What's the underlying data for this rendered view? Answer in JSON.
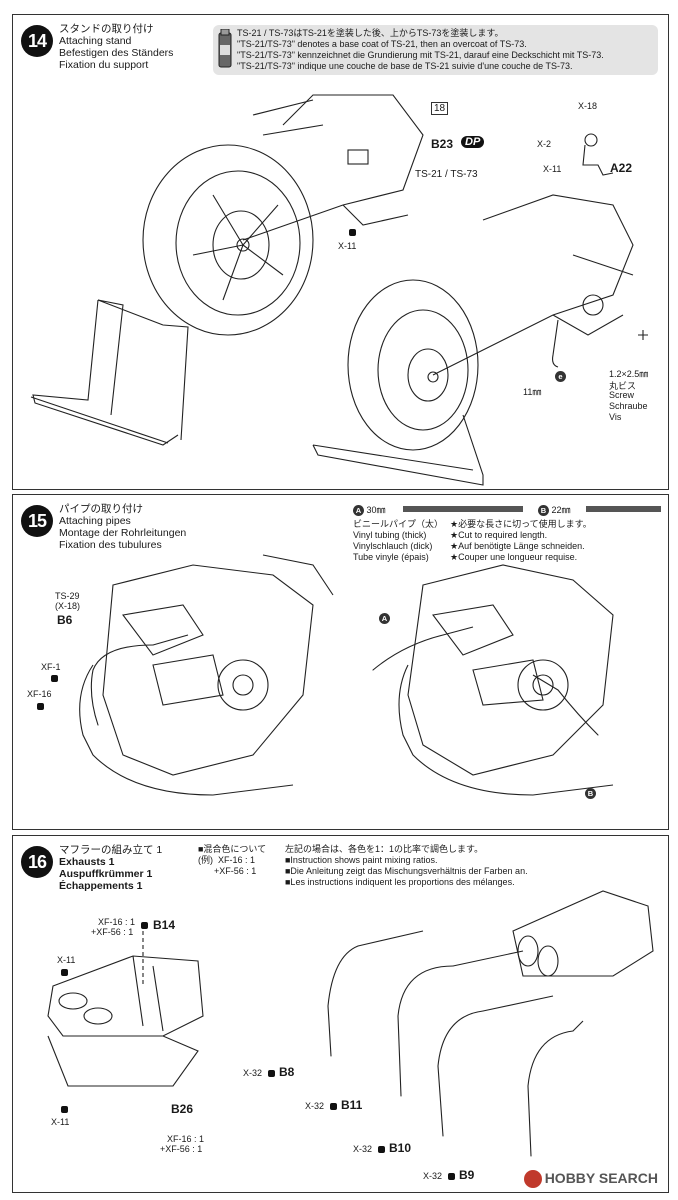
{
  "step14": {
    "number": "14",
    "title_jp": "スタンドの取り付け",
    "title_en": "Attaching stand",
    "title_de": "Befestigen des Ständers",
    "title_fr": "Fixation du support",
    "paint_note": {
      "line1": "TS-21 / TS-73はTS-21を塗装した後、上からTS-73を塗装します。",
      "line2": "\"TS-21/TS-73\" denotes a base coat of TS-21, then an overcoat of TS-73.",
      "line3": "\"TS-21/TS-73\" kennzeichnet die Grundierung mit TS-21, darauf eine Deckschicht mit TS-73.",
      "line4": "\"TS-21/TS-73\" indique une couche de base de TS-21 suivie d'une couche de TS-73."
    },
    "labels": {
      "part18": "18",
      "b23": "B23",
      "dp": "DP",
      "ts_paint": "TS-21 / TS-73",
      "x11_left": "X-11",
      "x18": "X-18",
      "x2": "X-2",
      "x11_right": "X-11",
      "a22": "A22",
      "e_marker": "e",
      "tube_len": "11㎜",
      "screw_size": "1.2×2.5㎜",
      "screw_jp": "丸ビス",
      "screw_en": "Screw",
      "screw_de": "Schraube",
      "screw_fr": "Vis"
    }
  },
  "step15": {
    "number": "15",
    "title_jp": "パイプの取り付け",
    "title_en": "Attaching pipes",
    "title_de": "Montage der Rohrleitungen",
    "title_fr": "Fixation des tubulures",
    "tube_a": {
      "marker": "A",
      "length": "30㎜"
    },
    "tube_b": {
      "marker": "B",
      "length": "22㎜"
    },
    "vinyl_jp": "ビニールパイプ（太）",
    "vinyl_en": "Vinyl tubing (thick)",
    "vinyl_de": "Vinylschlauch (dick)",
    "vinyl_fr": "Tube vinyle (épais)",
    "cut_jp": "★必要な長さに切って使用します。",
    "cut_en": "★Cut to required length.",
    "cut_de": "★Auf benötigte Länge schneiden.",
    "cut_fr": "★Couper une longueur requise.",
    "labels": {
      "ts29": "TS-29",
      "x18": "(X-18)",
      "b6": "B6",
      "xf1": "XF-1",
      "xf16": "XF-16",
      "marker_a": "A",
      "marker_b": "B"
    }
  },
  "step16": {
    "number": "16",
    "title_jp": "マフラーの組み立て 1",
    "title_en": "Exhausts 1",
    "title_de": "Auspuffkrümmer 1",
    "title_fr": "Échappements 1",
    "mix": {
      "head": "■混合色について",
      "ex": "(例)",
      "a": "XF-16 : 1",
      "b": "+XF-56 : 1"
    },
    "notes": {
      "jp": "左記の場合は、各色を1：1の比率で調色します。",
      "en": "■Instruction shows paint mixing ratios.",
      "de": "■Die Anleitung zeigt das Mischungsverhältnis der Farben an.",
      "fr": "■Les instructions indiquent les proportions des mélanges."
    },
    "labels": {
      "b14_mix1": "XF-16 : 1",
      "b14_mix2": "+XF-56 : 1",
      "b14": "B14",
      "x11_top": "X-11",
      "x11_bottom": "X-11",
      "b26": "B26",
      "b26_mix1": "XF-16 : 1",
      "b26_mix2": "+XF-56 : 1",
      "x32_b8": "X-32",
      "b8": "B8",
      "x32_b11": "X-32",
      "b11": "B11",
      "x32_b10": "X-32",
      "b10": "B10",
      "x32_b9": "X-32",
      "b9": "B9"
    }
  },
  "watermark": "HOBBY SEARCH"
}
